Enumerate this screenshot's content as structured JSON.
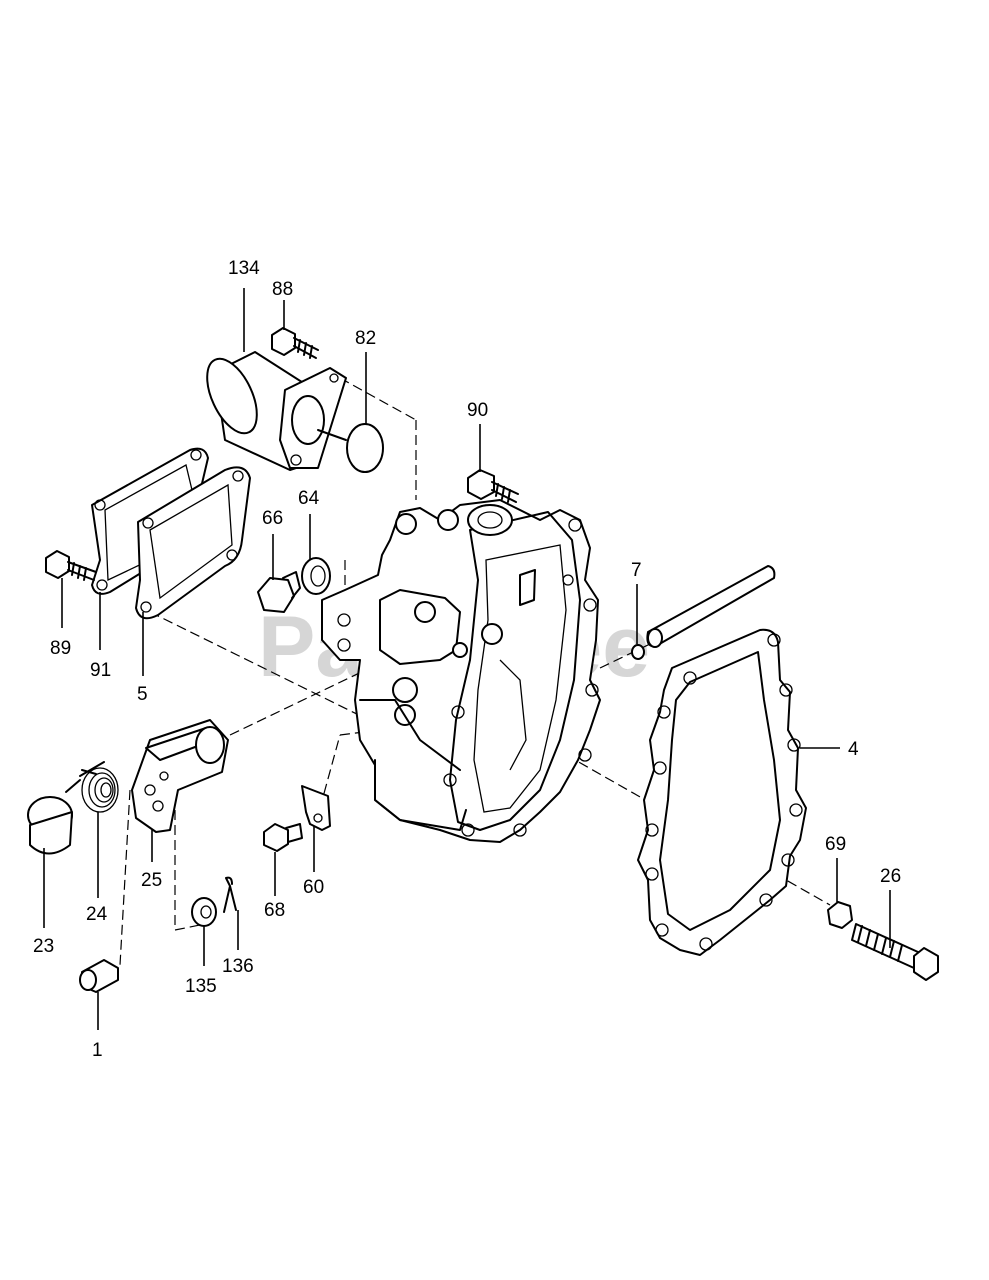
{
  "watermark": "PartsTree",
  "parts": [
    {
      "id": "p134",
      "label": "134"
    },
    {
      "id": "p88",
      "label": "88"
    },
    {
      "id": "p82",
      "label": "82"
    },
    {
      "id": "p90",
      "label": "90"
    },
    {
      "id": "p64",
      "label": "64"
    },
    {
      "id": "p66",
      "label": "66"
    },
    {
      "id": "p7",
      "label": "7"
    },
    {
      "id": "p89",
      "label": "89"
    },
    {
      "id": "p91",
      "label": "91"
    },
    {
      "id": "p5",
      "label": "5"
    },
    {
      "id": "p4",
      "label": "4"
    },
    {
      "id": "p69",
      "label": "69"
    },
    {
      "id": "p26",
      "label": "26"
    },
    {
      "id": "p68",
      "label": "68"
    },
    {
      "id": "p60",
      "label": "60"
    },
    {
      "id": "p25",
      "label": "25"
    },
    {
      "id": "p24",
      "label": "24"
    },
    {
      "id": "p23",
      "label": "23"
    },
    {
      "id": "p135",
      "label": "135"
    },
    {
      "id": "p136",
      "label": "136"
    },
    {
      "id": "p1",
      "label": "1"
    }
  ]
}
